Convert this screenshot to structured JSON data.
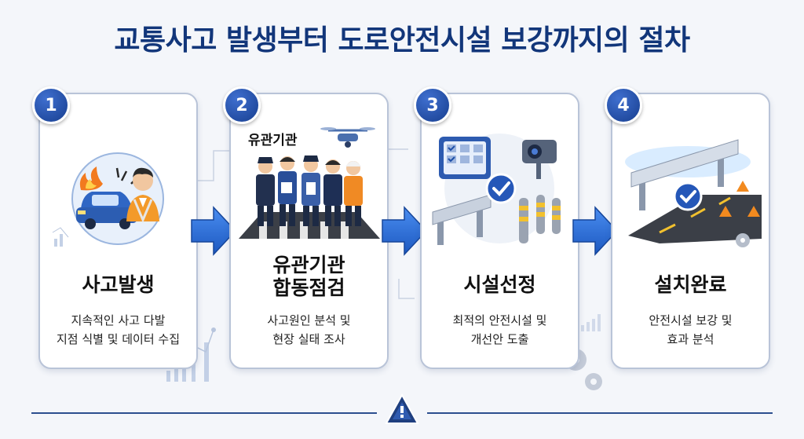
{
  "title": "교통사고 발생부터 도로안전시설 보강까지의 절차",
  "steps": [
    {
      "number": "1",
      "title": "사고발생",
      "desc_line1": "지속적인 사고 다발",
      "desc_line2": "지점 식별 및 데이터 수집"
    },
    {
      "number": "2",
      "title_line1": "유관기관",
      "title_line2": "합동점검",
      "desc_line1": "사고원인 분석 및",
      "desc_line2": "현장 실태 조사",
      "tag": "유관기관"
    },
    {
      "number": "3",
      "title": "시설선정",
      "desc_line1": "최적의 안전시설 및",
      "desc_line2": "개선안 도출"
    },
    {
      "number": "4",
      "title": "설치완료",
      "desc_line1": "안전시설 보강 및",
      "desc_line2": "효과 분석"
    }
  ],
  "colors": {
    "title": "#12367a",
    "badge": "#173e8f",
    "arrow": "#2a6ad6",
    "accent": "#1f4fa8"
  },
  "icons": [
    "car-accident-icon",
    "worker-icon",
    "drone-icon",
    "inspection-team-icon",
    "monitor-icon",
    "camera-icon",
    "guardrail-icon",
    "bollard-icon",
    "check-icon",
    "warning-icon",
    "gear-icon",
    "chart-icon"
  ]
}
